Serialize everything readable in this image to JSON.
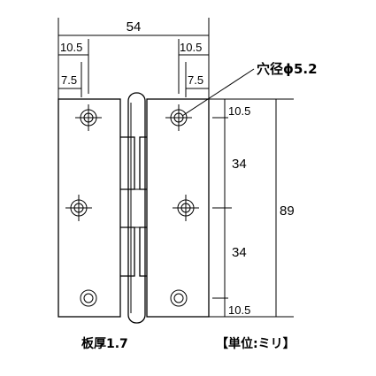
{
  "diagram": {
    "overall_width": "54",
    "left_outer_offset": "10.5",
    "left_inner_offset": "7.5",
    "right_outer_offset": "10.5",
    "right_inner_offset": "7.5",
    "hole_callout": "穴径ϕ5.2",
    "right_dims": {
      "top": "10.5",
      "upper": "34",
      "lower": "34",
      "bottom": "10.5",
      "overall_height": "89"
    },
    "plate_thickness": "板厚1.7",
    "unit_note": "【単位:ミリ】"
  }
}
